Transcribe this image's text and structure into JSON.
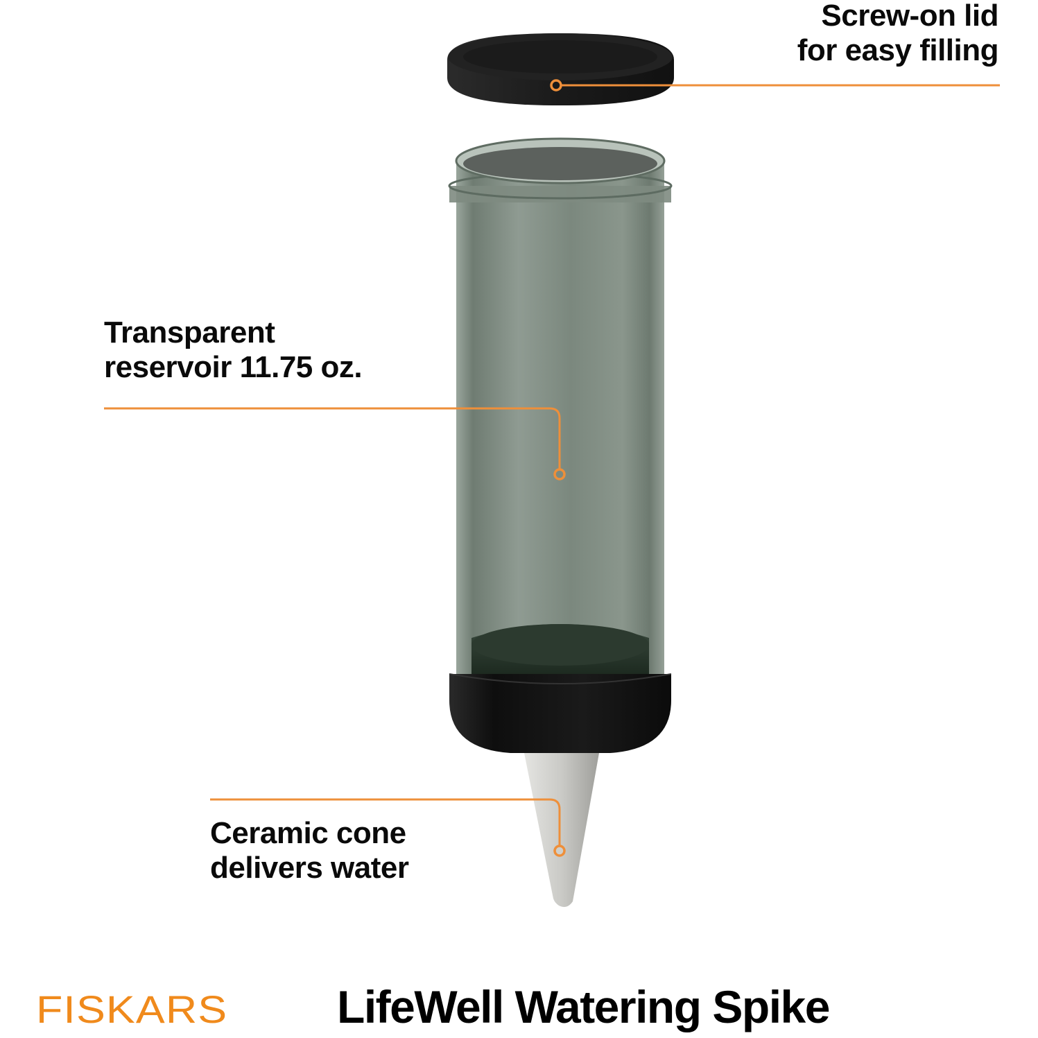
{
  "callouts": {
    "lid": {
      "line1": "Screw-on lid",
      "line2": "for easy filling"
    },
    "reservoir": {
      "line1": "Transparent",
      "line2": "reservoir 11.75 oz."
    },
    "cone": {
      "line1": "Ceramic cone",
      "line2": "delivers water"
    }
  },
  "footer": {
    "brand": "FISKARS",
    "product_name": "LifeWell Watering Spike"
  },
  "colors": {
    "accent": "#f08a1c",
    "callout_line": "#ee8f3a",
    "lid": "#1c1c1c",
    "reservoir": "#7d8a80",
    "base": "#141414",
    "cone": "#cfcfcb",
    "text": "#0a0a0a"
  },
  "icons": [
    "callout-marker-icon"
  ]
}
